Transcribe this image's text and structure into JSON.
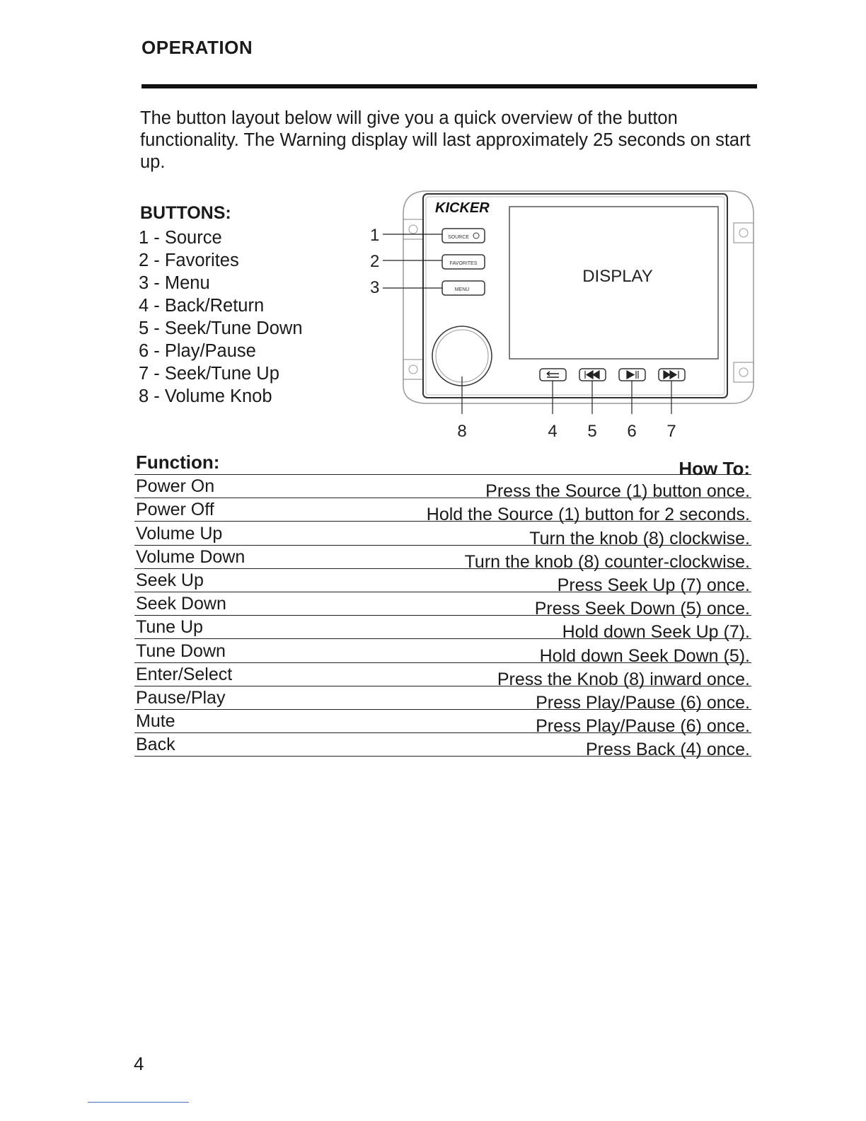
{
  "section_title": "OPERATION",
  "intro": "The button layout below will give you a quick overview of the button functionality. The Warning display will last approximately 25 seconds on start up.",
  "buttons_title": "BUTTONS:",
  "buttons": [
    "1 - Source",
    "2 - Favorites",
    "3 - Menu",
    "4 - Back/Return",
    "5 - Seek/Tune Down",
    "6 - Play/Pause",
    "7 - Seek/Tune Up",
    "8 - Volume Knob"
  ],
  "diagram": {
    "brand": "KICKER",
    "display_label": "DISPLAY",
    "source_label": "SOURCE",
    "favorites_label": "FAVORITES",
    "menu_label": "MENU",
    "callouts": [
      "1",
      "2",
      "3",
      "8",
      "4",
      "5",
      "6",
      "7"
    ]
  },
  "table": {
    "function_header": "Function:",
    "howto_header": "How To:",
    "rows": [
      {
        "function": "Power On",
        "how": "Press the Source (1) button once."
      },
      {
        "function": "Power Off",
        "how": "Hold the Source (1) button for 2 seconds."
      },
      {
        "function": "Volume Up",
        "how": "Turn the knob (8) clockwise."
      },
      {
        "function": "Volume Down",
        "how": "Turn the knob (8) counter-clockwise."
      },
      {
        "function": "Seek Up",
        "how": "Press Seek Up (7) once."
      },
      {
        "function": "Seek Down",
        "how": "Press Seek Down (5) once."
      },
      {
        "function": "Tune Up",
        "how": "Hold down Seek Up (7)."
      },
      {
        "function": "Tune Down",
        "how": "Hold down Seek Down (5)."
      },
      {
        "function": "Enter/Select",
        "how": "Press the Knob (8) inward once."
      },
      {
        "function": "Pause/Play",
        "how": "Press Play/Pause (6) once."
      },
      {
        "function": "Mute",
        "how": "Press Play/Pause (6) once."
      },
      {
        "function": "Back",
        "how": "Press Back (4) once."
      }
    ]
  },
  "page_number": "4"
}
